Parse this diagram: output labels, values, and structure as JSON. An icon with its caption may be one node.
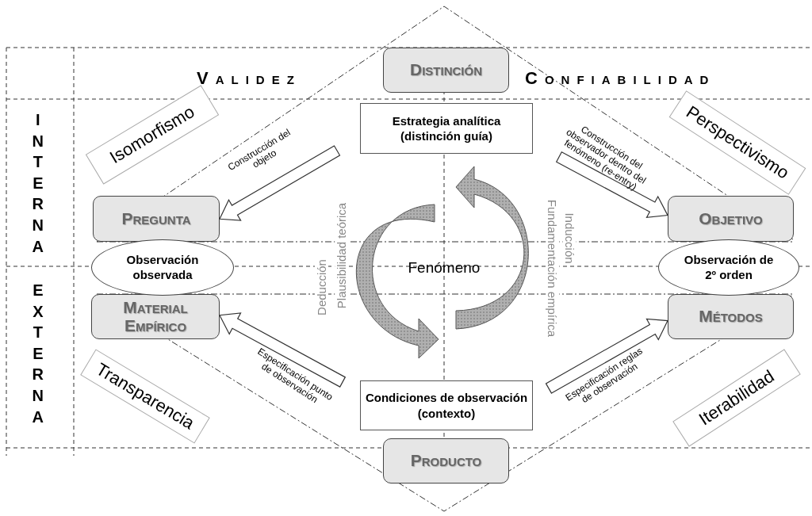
{
  "diagram": {
    "nodes": [
      {
        "text": [
          "Distinción"
        ]
      },
      {
        "text": [
          "Estrategia analítica (distinción guía)"
        ]
      },
      {
        "text": [
          "Isomorfismo"
        ]
      },
      {
        "text": [
          "Perspectivismo"
        ]
      },
      {
        "text": [
          "Pregunta"
        ]
      },
      {
        "text": [
          "Objetivo"
        ]
      },
      {
        "text": [
          "Observación observada"
        ]
      },
      {
        "text": [
          "Observación de 2º orden"
        ]
      },
      {
        "text": [
          "Material Empírico"
        ]
      },
      {
        "text": [
          "Métodos"
        ]
      },
      {
        "text": [
          "Transparencia"
        ]
      },
      {
        "text": [
          "Iterabilidad"
        ]
      },
      {
        "text": [
          "Condiciones de observación (contexto)"
        ]
      },
      {
        "text": [
          "Producto"
        ]
      }
    ],
    "edges": [
      {
        "from": null,
        "to": 4,
        "arrow": "to",
        "label": "Construcción del objeto"
      },
      {
        "from": null,
        "to": 5,
        "arrow": "to",
        "label": "Construcción del observador dentro del fenómeno (re-entry)"
      },
      {
        "from": null,
        "to": 8,
        "arrow": "to",
        "label": "Especificación punto de observación"
      },
      {
        "from": null,
        "to": 9,
        "arrow": "to",
        "label": "Especificación reglas de observación"
      }
    ],
    "labels": [
      "Validez",
      "Confiabilidad",
      "INTERNA",
      "EXTERNA",
      "Deducción",
      "Plausibilidad teórica",
      "Fenómeno",
      "Inducción",
      "Fundamentación empírica"
    ]
  }
}
